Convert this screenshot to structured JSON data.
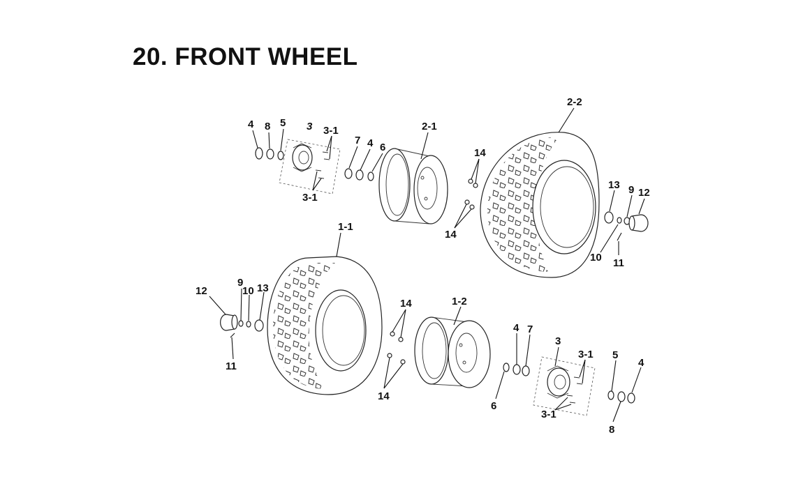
{
  "title": "20. FRONT WHEEL",
  "labels": {
    "tire_upper": "2-2",
    "rim_upper": "2-1",
    "tire_lower": "1-1",
    "rim_lower": "1-2",
    "hub": "3",
    "stud": "3-1",
    "n4": "4",
    "n5": "5",
    "n6": "6",
    "n7": "7",
    "n8": "8",
    "n9": "9",
    "n10": "10",
    "n11": "11",
    "n12": "12",
    "n13": "13",
    "n14": "14"
  }
}
